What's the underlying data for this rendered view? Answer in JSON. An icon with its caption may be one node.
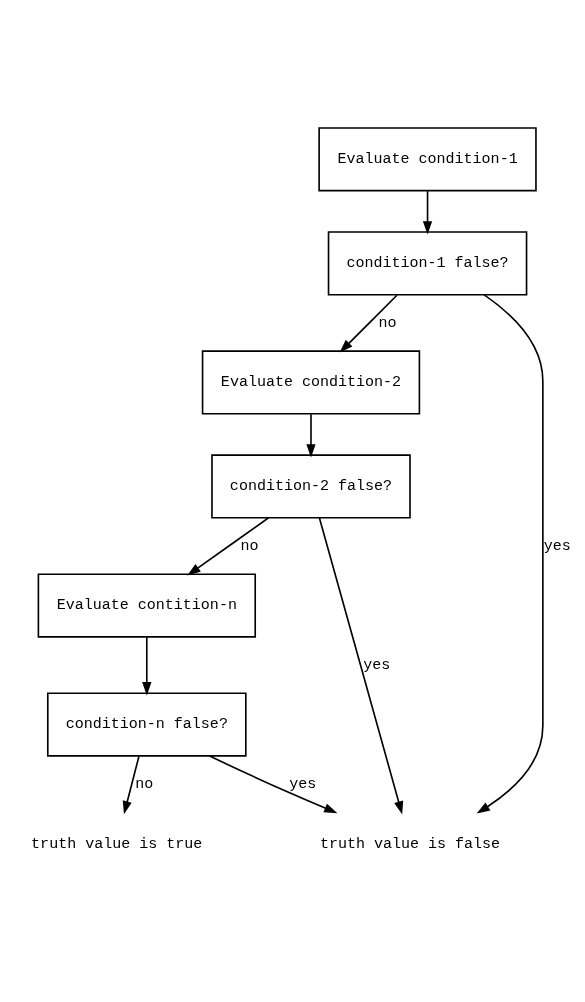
{
  "diagram": {
    "nodes": [
      {
        "text": [
          "Evaluate condition-1"
        ]
      },
      {
        "text": [
          "condition-1 false?"
        ]
      },
      {
        "text": [
          "Evaluate condition-2"
        ]
      },
      {
        "text": [
          "condition-2 false?"
        ]
      },
      {
        "text": [
          "Evaluate contition-n"
        ]
      },
      {
        "text": [
          "condition-n false?"
        ]
      },
      {
        "text": [
          "truth value is true"
        ]
      },
      {
        "text": [
          "truth value is false"
        ]
      }
    ],
    "edges": [
      {
        "from": 0,
        "to": 1,
        "arrow": "to"
      },
      {
        "from": 1,
        "to": 2,
        "label": "no",
        "arrow": "to"
      },
      {
        "from": 2,
        "to": 3,
        "arrow": "to"
      },
      {
        "from": 3,
        "to": 4,
        "label": "no",
        "arrow": "to"
      },
      {
        "from": 4,
        "to": 5,
        "arrow": "to"
      },
      {
        "from": 5,
        "to": 6,
        "label": "no",
        "arrow": "to"
      },
      {
        "from": 1,
        "to": 7,
        "label": "yes",
        "arrow": "to"
      },
      {
        "from": 3,
        "to": 7,
        "label": "yes",
        "arrow": "to"
      },
      {
        "from": 5,
        "to": 7,
        "label": "yes",
        "arrow": "to"
      }
    ]
  }
}
